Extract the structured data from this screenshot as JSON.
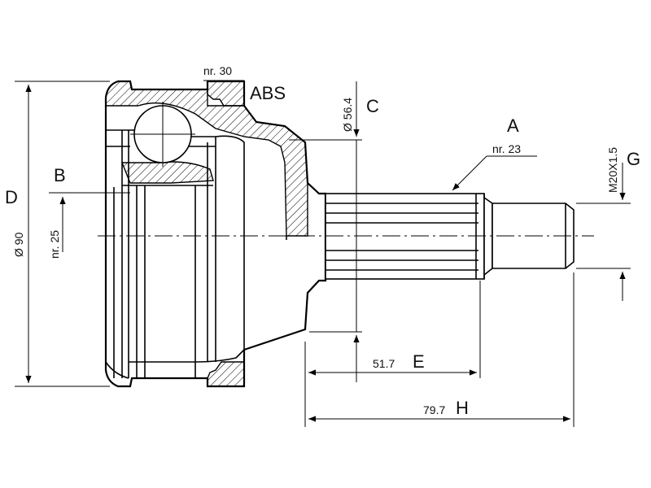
{
  "labels": {
    "nr30": "nr. 30",
    "abs": "ABS",
    "dia564": "Ø 56.4",
    "c": "C",
    "a": "A",
    "nr23": "nr. 23",
    "thread": "M20X1.5",
    "g": "G",
    "d": "D",
    "dia90": "Ø 90",
    "b": "B",
    "nr25": "nr. 25",
    "e_value": "51.7",
    "e": "E",
    "h_value": "79.7",
    "h": "H"
  }
}
